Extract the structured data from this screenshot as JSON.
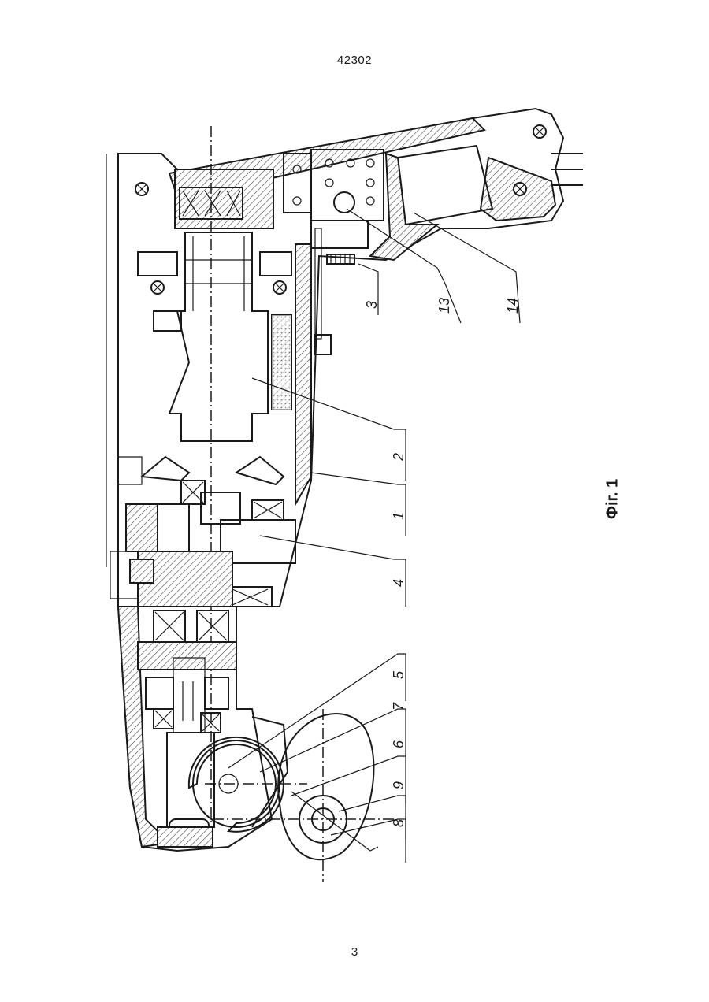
{
  "page": {
    "header_number": "42302",
    "footer_page": "3"
  },
  "figure": {
    "caption": "Фiг. 1",
    "reference_labels": [
      "3",
      "13",
      "14",
      "2",
      "1",
      "4",
      "5",
      "7",
      "6",
      "9",
      "8"
    ]
  }
}
